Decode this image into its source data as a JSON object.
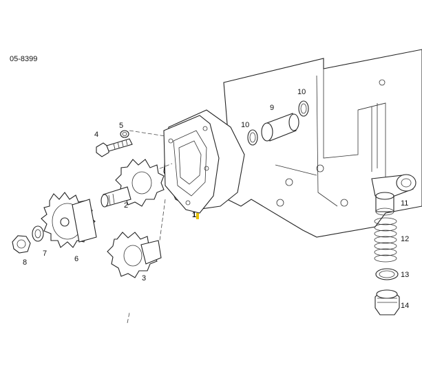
{
  "diagram": {
    "drawing_code": "05-8399",
    "highlight_color": "#e8c200",
    "parts": [
      {
        "id": "1",
        "name": "pump-housing"
      },
      {
        "id": "2",
        "name": "drive-gear-shaft"
      },
      {
        "id": "3",
        "name": "idler-gear"
      },
      {
        "id": "4",
        "name": "bolt"
      },
      {
        "id": "5",
        "name": "washer"
      },
      {
        "id": "6",
        "name": "spur-gear"
      },
      {
        "id": "7",
        "name": "washer"
      },
      {
        "id": "8",
        "name": "nut"
      },
      {
        "id": "9",
        "name": "sleeve"
      },
      {
        "id": "10a",
        "name": "o-ring"
      },
      {
        "id": "10b",
        "name": "o-ring"
      },
      {
        "id": "11",
        "name": "valve-piston"
      },
      {
        "id": "12",
        "name": "spring"
      },
      {
        "id": "13",
        "name": "seal-ring"
      },
      {
        "id": "14",
        "name": "plug"
      }
    ],
    "labels": {
      "p1": "1",
      "p2": "2",
      "p3": "3",
      "p4": "4",
      "p5": "5",
      "p6": "6",
      "p7": "7",
      "p8": "8",
      "p9": "9",
      "p10a": "10",
      "p10b": "10",
      "p11": "11",
      "p12": "12",
      "p13": "13",
      "p14": "14"
    }
  }
}
